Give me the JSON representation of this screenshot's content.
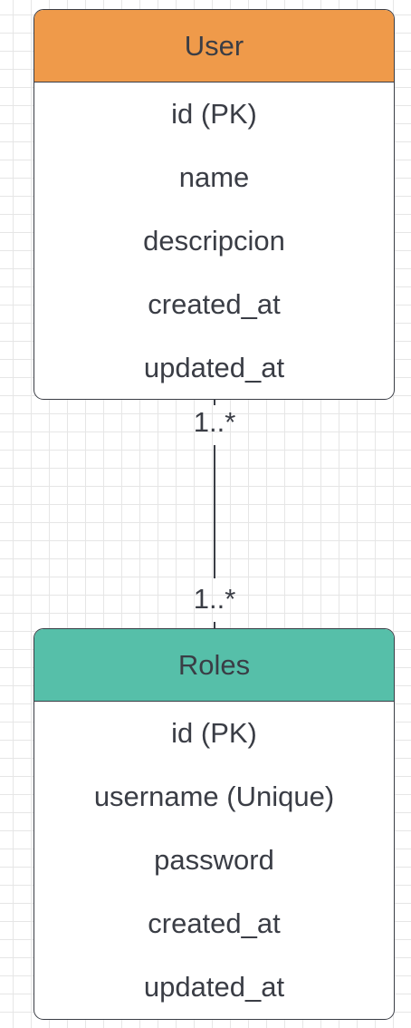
{
  "entities": {
    "user": {
      "title": "User",
      "fields": [
        "id (PK)",
        "name",
        "descripcion",
        "created_at",
        "updated_at"
      ]
    },
    "roles": {
      "title": "Roles",
      "fields": [
        "id (PK)",
        "username (Unique)",
        "password",
        "created_at",
        "updated_at"
      ]
    }
  },
  "relationship": {
    "user_end": "1..*",
    "roles_end": "1..*"
  },
  "colors": {
    "user_header": "#ef9a4a",
    "roles_header": "#56bfa9",
    "stroke": "#3a3d45"
  }
}
